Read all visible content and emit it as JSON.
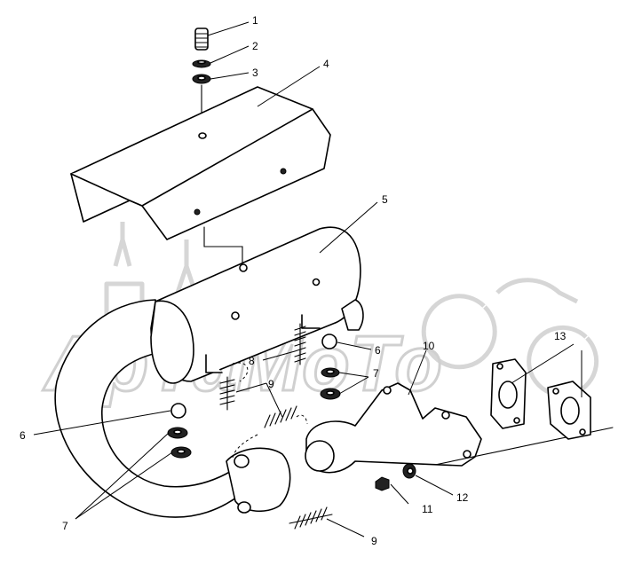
{
  "callouts": [
    {
      "label": "1"
    },
    {
      "label": "2"
    },
    {
      "label": "3"
    },
    {
      "label": "4"
    },
    {
      "label": "5"
    },
    {
      "label": "6"
    },
    {
      "label": "7"
    },
    {
      "label": "8"
    },
    {
      "label": "9"
    },
    {
      "label": "10"
    },
    {
      "label": "6"
    },
    {
      "label": "7"
    },
    {
      "label": "11"
    },
    {
      "label": "12"
    },
    {
      "label": "13"
    },
    {
      "label": "9"
    }
  ],
  "watermark": {
    "text": "ApTaMoTo"
  },
  "colors": {
    "line": "#000000",
    "background": "#ffffff",
    "watermark": "#d6d6d6"
  }
}
